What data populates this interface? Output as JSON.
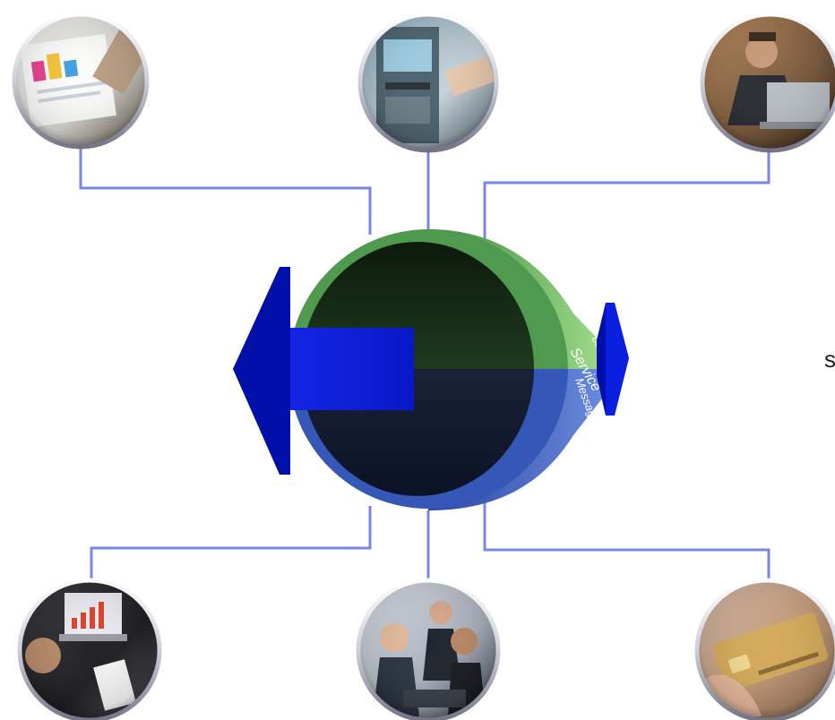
{
  "diagram": {
    "pipe_labels": {
      "top": "Service",
      "top_sub": "Bus",
      "bottom": "Messaging"
    },
    "edge_text": "s",
    "colors": {
      "connector": "#7a86e6",
      "pipe_top": "#4f9a4f",
      "pipe_top_light": "#8ed07a",
      "pipe_bottom": "#3457b8",
      "pipe_bottom_light": "#5f7fd8",
      "arrow": "#0a1ee0",
      "arrow_dark": "#0010a8"
    },
    "nodes": [
      {
        "id": "report-analytics",
        "icon": "tablet-report-photo"
      },
      {
        "id": "atm",
        "icon": "atm-machine-photo"
      },
      {
        "id": "laptop-user",
        "icon": "man-laptop-photo"
      },
      {
        "id": "laptop-meeting",
        "icon": "laptop-chart-meeting-photo"
      },
      {
        "id": "business-team",
        "icon": "business-team-photo"
      },
      {
        "id": "credit-card",
        "icon": "credit-card-photo"
      }
    ]
  }
}
